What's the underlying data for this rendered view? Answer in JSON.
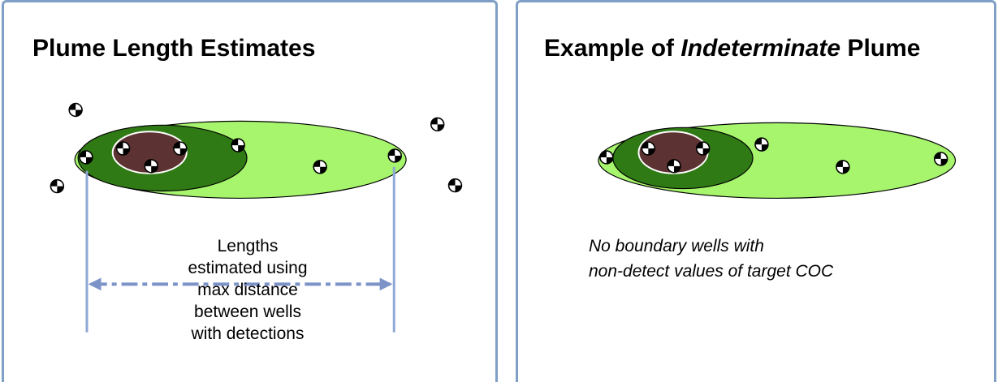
{
  "left_panel": {
    "title": "Plume Length Estimates",
    "caption_lines": [
      "Lengths",
      "estimated using",
      "max distance",
      "between wells",
      "with detections"
    ]
  },
  "right_panel": {
    "title_prefix": "Example of ",
    "title_italic": "Indeterminate",
    "title_suffix": " Plume",
    "caption_lines": [
      "No boundary wells with",
      "non-detect values of target COC"
    ]
  },
  "colors": {
    "panel_border": "#7f9fc6",
    "outer_plume_fill": "#a6f56c",
    "middle_plume_fill": "#2f7a15",
    "core_plume_fill": "#5c3232",
    "measurement_line": "#8ea8d6",
    "arrow": "#7c93c8"
  },
  "icons": {
    "well": "well-marker-icon"
  }
}
